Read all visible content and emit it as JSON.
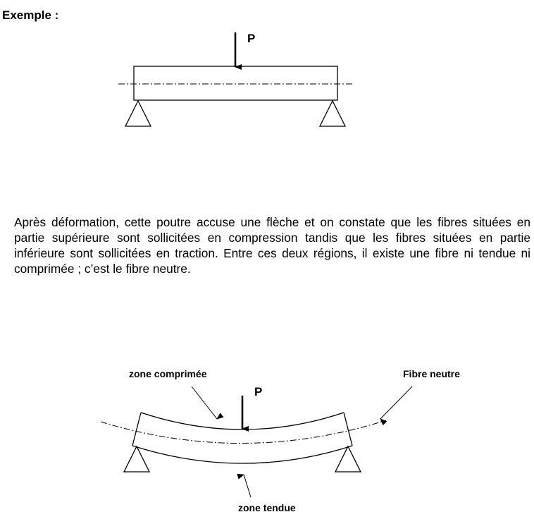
{
  "heading": "Exemple :",
  "diagram1": {
    "load_label": "P"
  },
  "paragraph": "Après déformation, cette poutre accuse une flèche et on constate que les fibres situées en partie supérieure sont sollicitées en compression tandis que les fibres situées en partie inférieure sont sollicitées en traction. Entre ces deux régions, il existe une fibre ni tendue ni comprimée ; c’est le fibre neutre.",
  "diagram2": {
    "load_label": "P",
    "compressed_zone_label": "zone comprimée",
    "neutral_fiber_label": "Fibre neutre",
    "tension_zone_label": "zone tendue"
  }
}
